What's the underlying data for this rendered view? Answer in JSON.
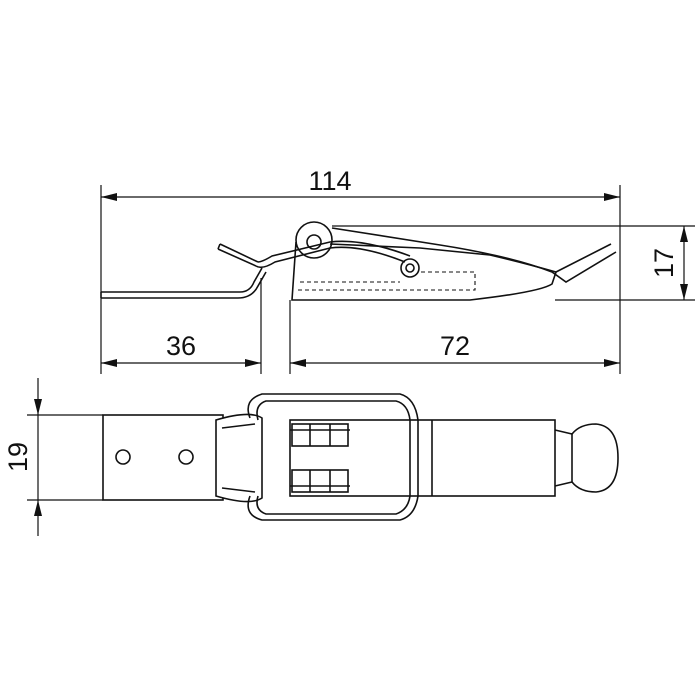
{
  "dimensions": {
    "overall_length": "114",
    "height": "17",
    "base_length": "36",
    "latch_length": "72",
    "width": "19"
  }
}
